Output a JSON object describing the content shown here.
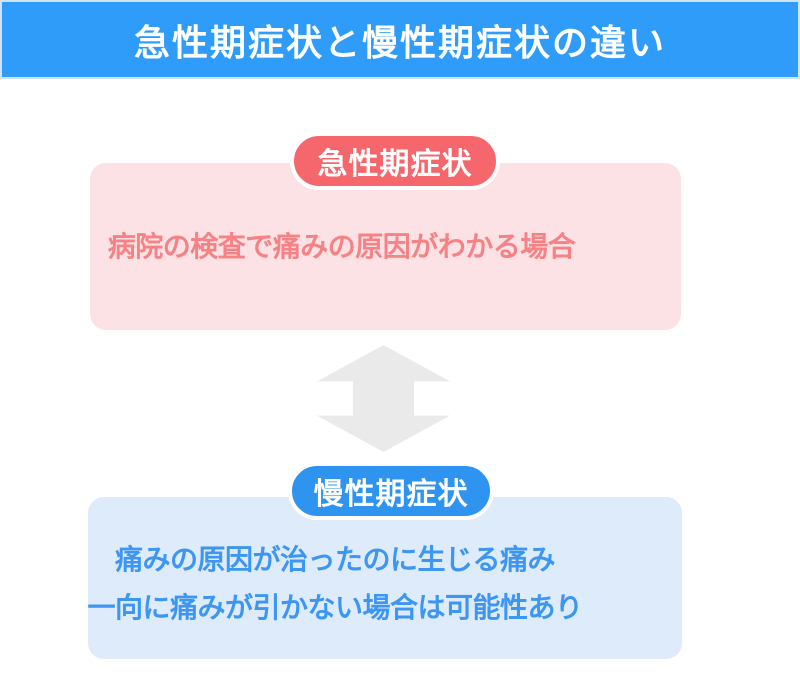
{
  "header": {
    "title": "急性期症状と慢性期症状の違い"
  },
  "acute": {
    "label": "急性期症状",
    "body": "病院の検査で痛みの原因がわかる場合"
  },
  "arrow": {
    "icon": "up-down-double-arrow"
  },
  "chronic": {
    "label": "慢性期症状",
    "body_line1": "痛みの原因が治ったのに生じる痛み",
    "body_line2": "一向に痛みが引かない場合は可能性あり"
  },
  "colors": {
    "header_blue": "#2E9CF8",
    "header_border": "#CFE4F7",
    "acute_pill_red": "#F5676C",
    "acute_box_pink": "#FCE2E4",
    "acute_text": "#F68286",
    "chronic_pill_blue": "#2F93F0",
    "chronic_box_blue": "#DEEBFB",
    "chronic_text": "#3D97F2",
    "arrow_gray": "#EAEAEA",
    "title_text": "#FFFFFF"
  }
}
